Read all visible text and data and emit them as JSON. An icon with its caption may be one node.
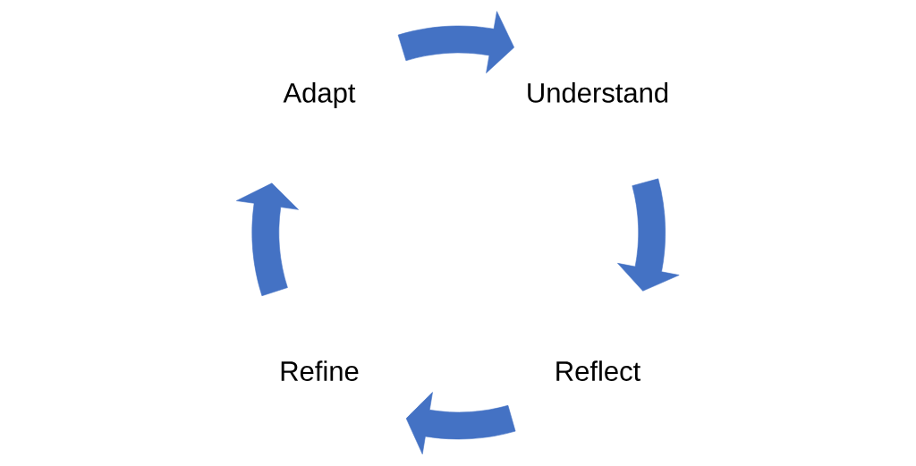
{
  "diagram": {
    "nodes": [
      {
        "text": [
          "Adapt"
        ]
      },
      {
        "text": [
          "Understand"
        ]
      },
      {
        "text": [
          "Reflect"
        ]
      },
      {
        "text": [
          "Refine"
        ]
      }
    ],
    "edges": [
      {
        "from": 0,
        "to": 1,
        "arrow": "to"
      },
      {
        "from": 1,
        "to": 2,
        "arrow": "to"
      },
      {
        "from": 2,
        "to": 3,
        "arrow": "to"
      },
      {
        "from": 3,
        "to": 0,
        "arrow": "to"
      }
    ]
  }
}
